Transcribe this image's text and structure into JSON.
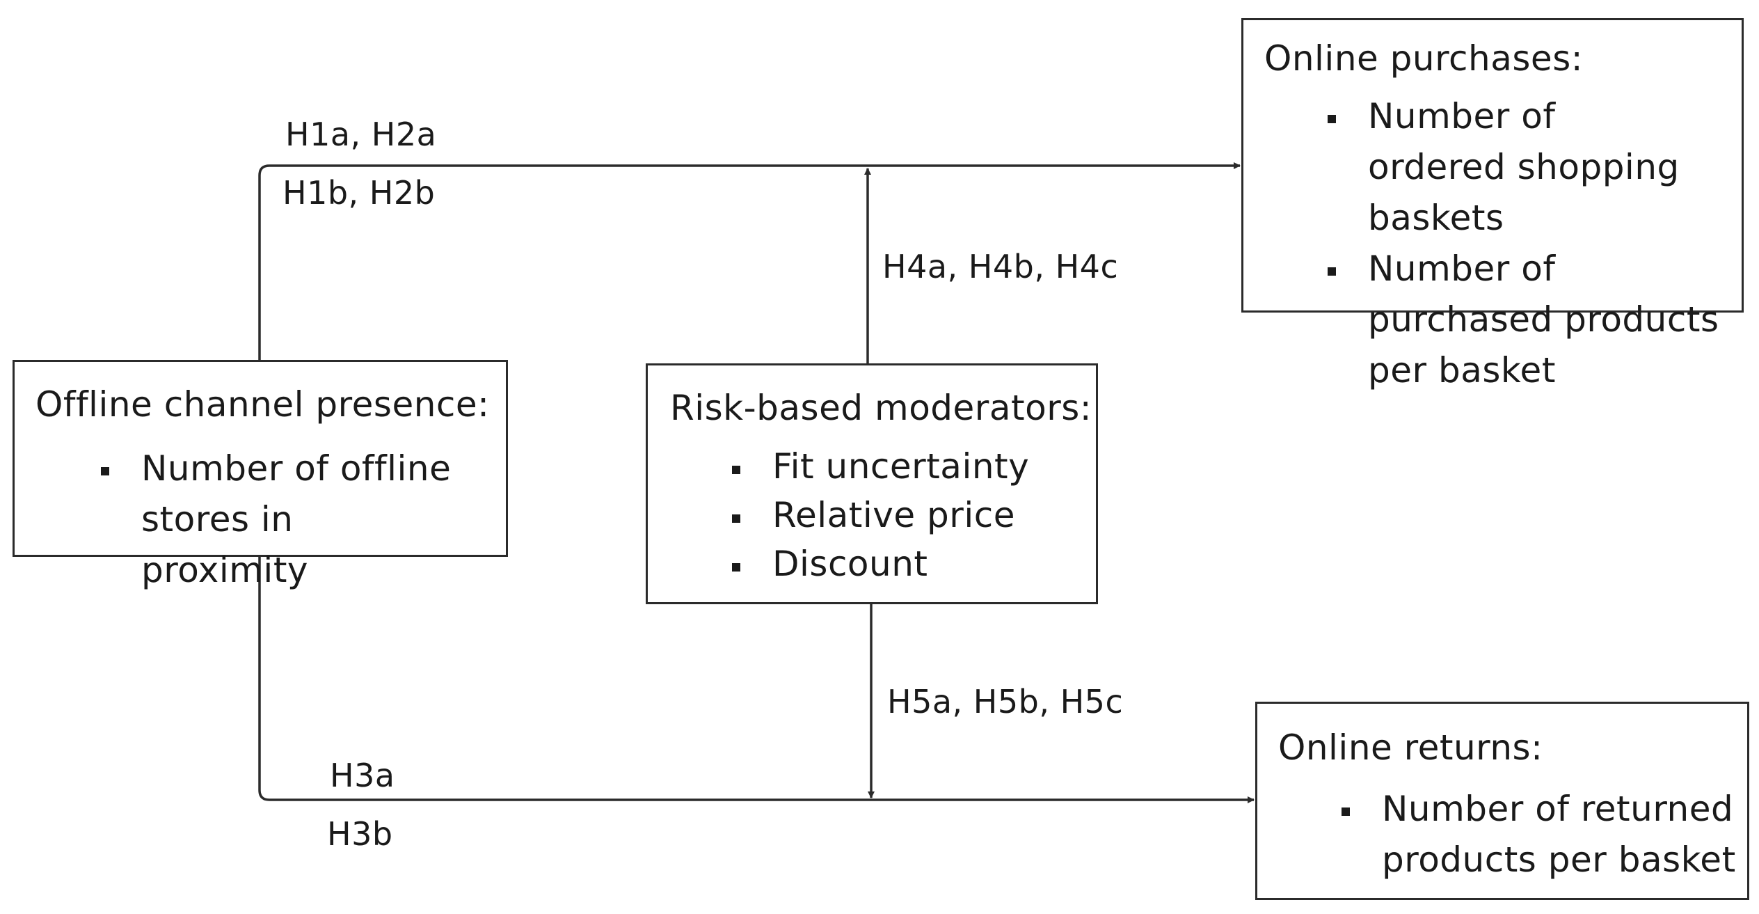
{
  "boxes": {
    "online_purchases": {
      "title": "Online purchases:",
      "items": [
        "Number of ordered shopping baskets",
        "Number of purchased products per basket"
      ]
    },
    "offline_channel": {
      "title": "Offline channel presence:",
      "items": [
        "Number of offline stores in proximity"
      ]
    },
    "moderators": {
      "title": "Risk-based moderators:",
      "items": [
        "Fit uncertainty",
        "Relative price",
        "Discount"
      ]
    },
    "online_returns": {
      "title": "Online returns:",
      "items": [
        "Number of returned products per basket"
      ]
    }
  },
  "edges": {
    "top_above": "H1a, H2a",
    "top_below": "H1b, H2b",
    "upper_moderation": "H4a, H4b, H4c",
    "lower_moderation": "H5a, H5b, H5c",
    "bottom_above": "H3a",
    "bottom_below": "H3b"
  }
}
